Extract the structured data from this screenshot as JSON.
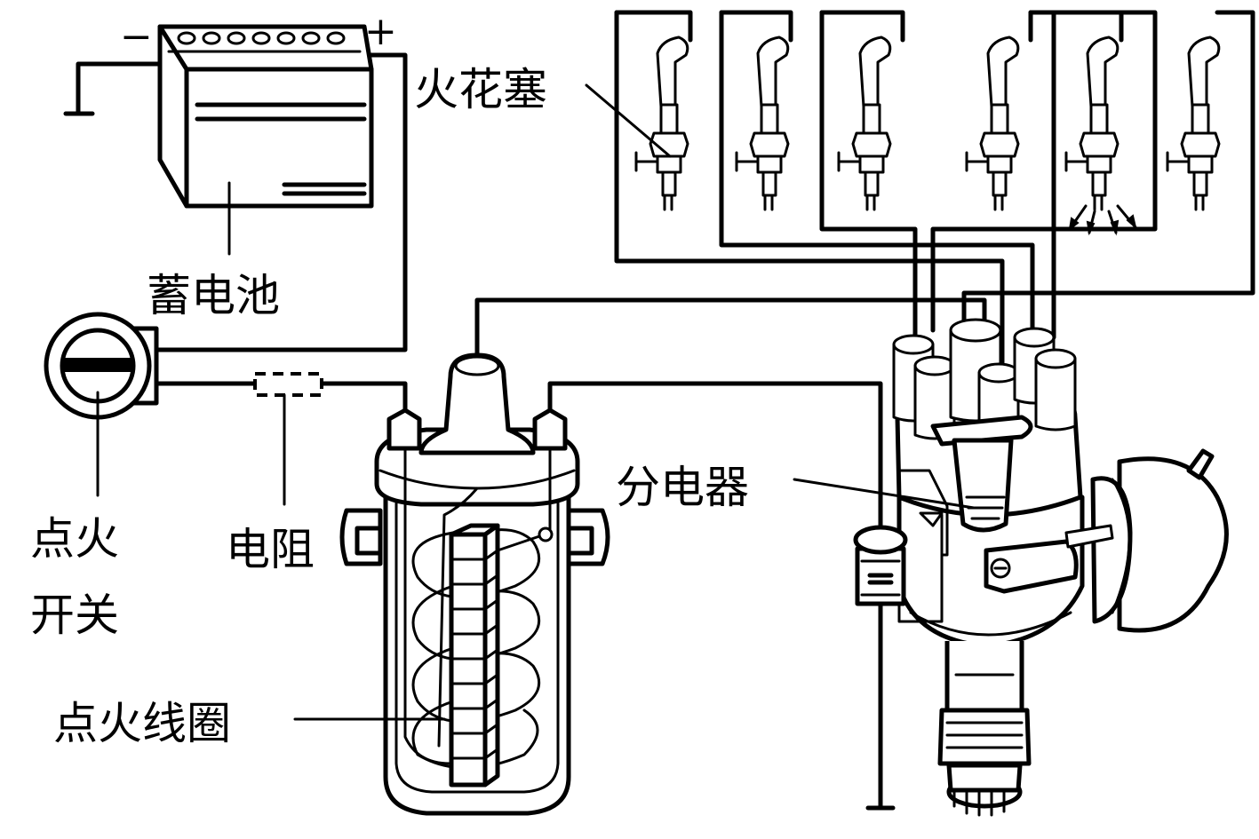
{
  "labels": {
    "spark_plug": "火花塞",
    "battery": "蓄电池",
    "ignition_switch_line1": "点火",
    "ignition_switch_line2": "开关",
    "resistor": "电阻",
    "ignition_coil": "点火线圈",
    "distributor": "分电器"
  },
  "symbols": {
    "battery_negative": "−",
    "battery_positive": "+"
  }
}
